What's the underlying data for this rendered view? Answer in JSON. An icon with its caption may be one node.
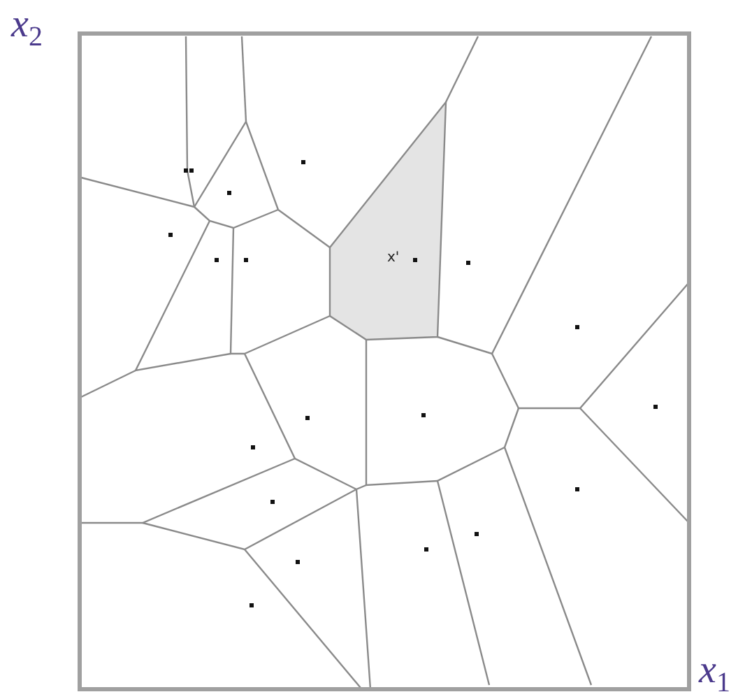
{
  "diagram": {
    "labels": [
      "x$_{2}$",
      "x'",
      "x$_{1}$"
    ]
  }
}
